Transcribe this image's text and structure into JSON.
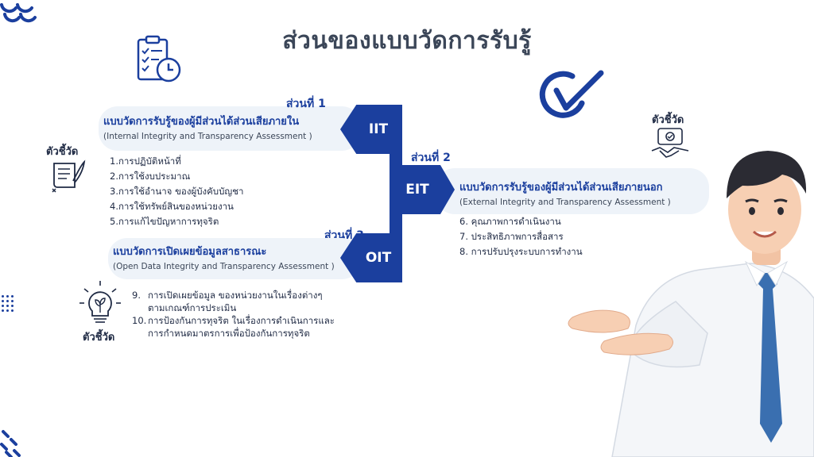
{
  "title": "ส่วนของแบบวัดการรับรู้",
  "iit": {
    "part": "ส่วนที่ 1",
    "tag": "IIT",
    "title": "แบบวัดการรับรู้ของผู้มีส่วนได้ส่วนเสียภายใน",
    "subtitle": "(Internal Integrity and Transparency Assessment )",
    "indicator": "ตัวชี้วัด",
    "items": [
      "1.การปฏิบัติหน้าที่",
      "2.การใช้งบประมาณ",
      "3.การใช้อำนาจ ของผู้บังคับบัญชา",
      "4.การใช้ทรัพย์สินของหน่วยงาน",
      "5.การแก้ไขปัญหาการทุจริต"
    ]
  },
  "eit": {
    "part": "ส่วนที่ 2",
    "tag": "EIT",
    "title": "แบบวัดการรับรู้ของผู้มีส่วนได้ส่วนเสียภายนอก",
    "subtitle": "(External Integrity and Transparency Assessment )",
    "indicator": "ตัวชี้วัด",
    "items": [
      "6. คุณภาพการดำเนินงาน",
      "7. ประสิทธิภาพการสื่อสาร",
      "8. การปรับปรุงระบบการทำงาน"
    ]
  },
  "oit": {
    "part": "ส่วนที่ 3",
    "tag": "OIT",
    "title": "แบบวัดการเปิดเผยข้อมูลสาธารณะ",
    "subtitle": "(Open Data Integrity and Transparency Assessment )",
    "indicator": "ตัวชี้วัด",
    "items": [
      {
        "num": "9.",
        "line1": "การเปิดเผยข้อมูล ของหน่วยงานในเรื่องต่างๆ",
        "line2": "ตามเกณฑ์การประเมิน"
      },
      {
        "num": "10.",
        "line1": "การป้องกันการทุจริต ในเรื่องการดำเนินการและ",
        "line2": "การกำหนดมาตรการเพื่อป้องกันการทุจริต"
      }
    ]
  },
  "colors": {
    "accent": "#1b3f9e",
    "bubble": "#eef3f9",
    "title": "#3b4658"
  },
  "icons": [
    "checklist-clock-icon",
    "scroll-feather-icon",
    "handshake-icon",
    "lightbulb-plant-icon",
    "checkmark-swoosh-icon"
  ]
}
